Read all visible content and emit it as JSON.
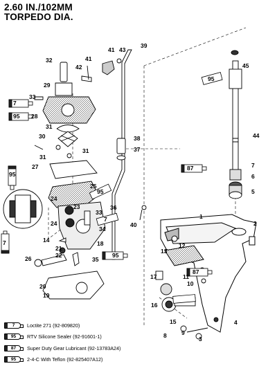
{
  "title": {
    "line1": "2.60 IN./102MM",
    "line2": "TORPEDO DIA."
  },
  "callouts": [
    "1",
    "2",
    "3",
    "4",
    "5",
    "6",
    "7",
    "7",
    "8",
    "9",
    "10",
    "11",
    "12",
    "13",
    "14",
    "15",
    "16",
    "17",
    "18",
    "19",
    "20",
    "21",
    "22",
    "23",
    "24",
    "24",
    "25",
    "26",
    "27",
    "28",
    "29",
    "30",
    "31",
    "31",
    "31",
    "32",
    "33",
    "33",
    "34",
    "35",
    "36",
    "37",
    "38",
    "39",
    "40",
    "41",
    "41",
    "42",
    "43",
    "44",
    "45"
  ],
  "tube_labels": [
    "7",
    "95",
    "95",
    "7",
    "95",
    "87",
    "87",
    "95",
    "95",
    "7"
  ],
  "legend": [
    {
      "code": "7",
      "text": "Loctite 271 (92-809820)"
    },
    {
      "code": "95",
      "text": "RTV Silicone Sealer (92-91601-1)"
    },
    {
      "code": "87",
      "text": "Super Duty Gear Lubricant (92-13783A24)"
    },
    {
      "code": "95",
      "text": "2-4-C  With Teflon (92-825407A12)"
    }
  ]
}
